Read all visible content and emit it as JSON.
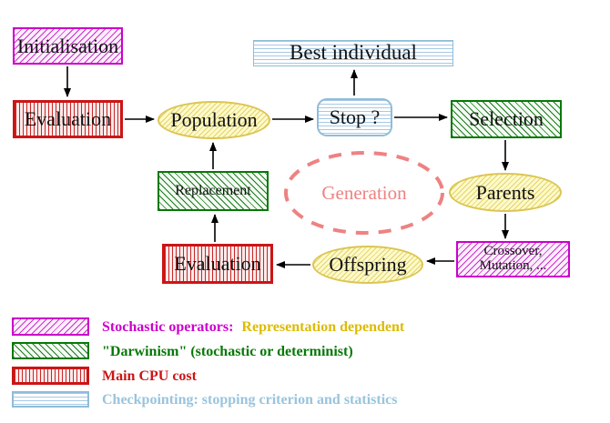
{
  "diagram": {
    "title_hint": "Evolutionary algorithm flow diagram",
    "nodes": {
      "initialisation": {
        "label": "Initialisation"
      },
      "evaluation_top": {
        "label": "Evaluation"
      },
      "population": {
        "label": "Population"
      },
      "best_individual": {
        "label": "Best individual"
      },
      "stop": {
        "label": "Stop ?"
      },
      "selection": {
        "label": "Selection"
      },
      "parents": {
        "label": "Parents"
      },
      "replacement": {
        "label": "Replacement"
      },
      "generation": {
        "label": "Generation"
      },
      "offspring": {
        "label": "Offspring"
      },
      "evaluation_bottom": {
        "label": "Evaluation"
      },
      "crossover": {
        "line1": "Crossover,",
        "line2": "Mutation, ..."
      }
    },
    "edges": [
      "initialisation->evaluation_top",
      "evaluation_top->population",
      "population->stop",
      "stop->best_individual",
      "stop->selection",
      "selection->parents",
      "parents->crossover",
      "crossover->offspring",
      "offspring->evaluation_bottom",
      "evaluation_bottom->replacement",
      "replacement->population"
    ],
    "legend": [
      {
        "swatch": "magenta-diagonal-hatch",
        "text": "Stochastic operators:",
        "text2": "Representation dependent"
      },
      {
        "swatch": "green-diagonal-hatch",
        "text": "\"Darwinism\" (stochastic or determinist)",
        "text2": ""
      },
      {
        "swatch": "red-vertical-stripes",
        "text": "Main CPU cost",
        "text2": ""
      },
      {
        "swatch": "cyan-horizontal-lines",
        "text": "Checkpointing: stopping criterion and statistics",
        "text2": ""
      }
    ],
    "colors": {
      "magenta": "#cc00cc",
      "red": "#cc1515",
      "green": "#067806",
      "cyan_border": "#90bcd8",
      "yellow_border": "#dcc552",
      "salmon_dashed": "#ee8282",
      "gold_text": "#ddbb00",
      "light_blue_text": "#99c4dd",
      "arrow": "#000000"
    }
  }
}
